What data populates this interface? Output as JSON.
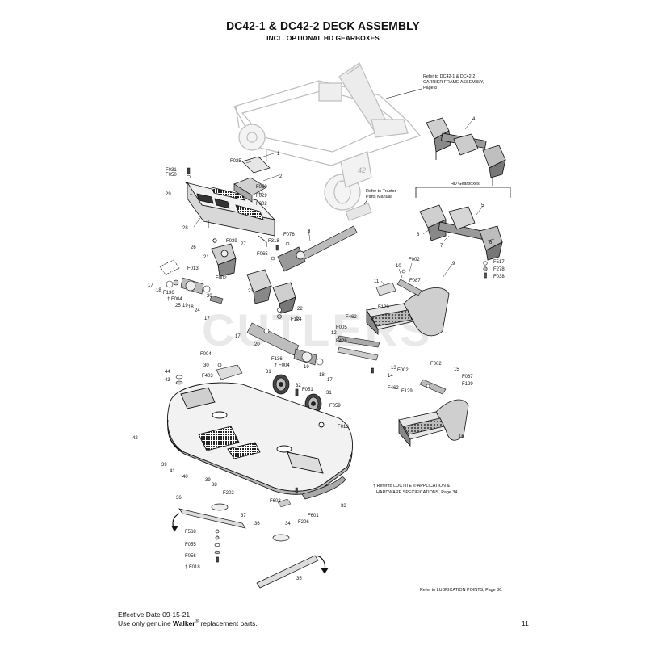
{
  "header": {
    "title": "DC42-1 & DC42-2 DECK ASSEMBLY",
    "subtitle": "INCL. OPTIONAL HD GEARBOXES"
  },
  "watermark": "CUTLERS",
  "notes": {
    "carrier_ref": [
      "Refer to DC42-1 & DC42-2",
      "CARRIER FRAME ASSEMBLY,",
      "Page 8"
    ],
    "tractor_ref": [
      "Refer to Tractor",
      "Parts Manual"
    ],
    "hd_gearboxes": "HD Gearboxes",
    "deck_badge": "42",
    "loctite_ref": [
      "† Refer to LOCTITE ® APPLICATION &",
      "HARDWARE SPECIFICATIONS, Page 34."
    ],
    "lubrication_ref": "Refer to LUBRICATION POINTS, Page 36."
  },
  "callouts": [
    {
      "id": "c-1",
      "text": "1"
    },
    {
      "id": "c-2",
      "text": "2"
    },
    {
      "id": "c-3",
      "text": "3"
    },
    {
      "id": "c-4",
      "text": "4"
    },
    {
      "id": "c-5",
      "text": "5"
    },
    {
      "id": "c-6",
      "text": "6"
    },
    {
      "id": "c-7",
      "text": "7"
    },
    {
      "id": "c-8",
      "text": "8"
    },
    {
      "id": "c-9",
      "text": "9"
    },
    {
      "id": "c-10",
      "text": "10"
    },
    {
      "id": "c-11",
      "text": "11"
    },
    {
      "id": "c-12",
      "text": "12"
    },
    {
      "id": "c-13",
      "text": "13"
    },
    {
      "id": "c-14",
      "text": "14"
    },
    {
      "id": "c-15",
      "text": "15"
    },
    {
      "id": "c-16",
      "text": "16"
    },
    {
      "id": "c-17a",
      "text": "17"
    },
    {
      "id": "c-17b",
      "text": "17"
    },
    {
      "id": "c-17c",
      "text": "17"
    },
    {
      "id": "c-17d",
      "text": "17"
    },
    {
      "id": "c-18a",
      "text": "18"
    },
    {
      "id": "c-18b",
      "text": "18"
    },
    {
      "id": "c-18c",
      "text": "18"
    },
    {
      "id": "c-19a",
      "text": "19"
    },
    {
      "id": "c-19b",
      "text": "19"
    },
    {
      "id": "c-20a",
      "text": "20"
    },
    {
      "id": "c-20b",
      "text": "20"
    },
    {
      "id": "c-21a",
      "text": "21"
    },
    {
      "id": "c-21b",
      "text": "21"
    },
    {
      "id": "c-22",
      "text": "22"
    },
    {
      "id": "c-23",
      "text": "23"
    },
    {
      "id": "c-24",
      "text": "24"
    },
    {
      "id": "c-25",
      "text": "25"
    },
    {
      "id": "c-26",
      "text": "26"
    },
    {
      "id": "c-27",
      "text": "27"
    },
    {
      "id": "c-28",
      "text": "28"
    },
    {
      "id": "c-29",
      "text": "29"
    },
    {
      "id": "c-30",
      "text": "30"
    },
    {
      "id": "c-31a",
      "text": "31"
    },
    {
      "id": "c-31b",
      "text": "31"
    },
    {
      "id": "c-32",
      "text": "32"
    },
    {
      "id": "c-33",
      "text": "33"
    },
    {
      "id": "c-34",
      "text": "34"
    },
    {
      "id": "c-35",
      "text": "35"
    },
    {
      "id": "c-36a",
      "text": "36"
    },
    {
      "id": "c-36b",
      "text": "36"
    },
    {
      "id": "c-37",
      "text": "37"
    },
    {
      "id": "c-38",
      "text": "38"
    },
    {
      "id": "c-39a",
      "text": "39"
    },
    {
      "id": "c-39b",
      "text": "39"
    },
    {
      "id": "c-40",
      "text": "40"
    },
    {
      "id": "c-41",
      "text": "41"
    },
    {
      "id": "c-42",
      "text": "42"
    },
    {
      "id": "c-43",
      "text": "43"
    },
    {
      "id": "c-44",
      "text": "44"
    },
    {
      "id": "c-F002a",
      "text": "F002"
    },
    {
      "id": "c-F002b",
      "text": "F002"
    },
    {
      "id": "c-F002c",
      "text": "F002"
    },
    {
      "id": "c-F002d",
      "text": "F002"
    },
    {
      "id": "c-F002e",
      "text": "F002"
    },
    {
      "id": "c-F004a",
      "text": "F004"
    },
    {
      "id": "c-F004b",
      "text": "† F004"
    },
    {
      "id": "c-F004c",
      "text": "† F004"
    },
    {
      "id": "c-F013a",
      "text": "F013"
    },
    {
      "id": "c-F013b",
      "text": "F013"
    },
    {
      "id": "c-F018",
      "text": "† F018"
    },
    {
      "id": "c-F025",
      "text": "F025"
    },
    {
      "id": "c-F029",
      "text": "F029"
    },
    {
      "id": "c-F031",
      "text": "F031"
    },
    {
      "id": "c-F038",
      "text": "F038"
    },
    {
      "id": "c-F039",
      "text": "F039"
    },
    {
      "id": "c-F050a",
      "text": "F050"
    },
    {
      "id": "c-F050b",
      "text": "F050"
    },
    {
      "id": "c-F051",
      "text": "F051"
    },
    {
      "id": "c-F055",
      "text": "F055"
    },
    {
      "id": "c-F056",
      "text": "F056"
    },
    {
      "id": "c-F059",
      "text": "F059"
    },
    {
      "id": "c-F065",
      "text": "F065"
    },
    {
      "id": "c-F076",
      "text": "F076"
    },
    {
      "id": "c-F087a",
      "text": "F087"
    },
    {
      "id": "c-F087b",
      "text": "F087"
    },
    {
      "id": "c-F124",
      "text": "F124"
    },
    {
      "id": "c-F129a",
      "text": "F129"
    },
    {
      "id": "c-F129b",
      "text": "F129"
    },
    {
      "id": "c-F129c",
      "text": "F129"
    },
    {
      "id": "c-F136a",
      "text": "F136"
    },
    {
      "id": "c-F136b",
      "text": "F136"
    },
    {
      "id": "c-F202",
      "text": "F202"
    },
    {
      "id": "c-F206",
      "text": "F206"
    },
    {
      "id": "c-F278",
      "text": "F278"
    },
    {
      "id": "c-F318",
      "text": "F318"
    },
    {
      "id": "c-F403",
      "text": "F403"
    },
    {
      "id": "c-F426",
      "text": "F426"
    },
    {
      "id": "c-F462a",
      "text": "F462"
    },
    {
      "id": "c-F462b",
      "text": "F462"
    },
    {
      "id": "c-F517",
      "text": "F517"
    },
    {
      "id": "c-F568",
      "text": "F568"
    },
    {
      "id": "c-F601",
      "text": "F601"
    },
    {
      "id": "c-F602",
      "text": "F602"
    },
    {
      "id": "c-F005",
      "text": "F005"
    }
  ],
  "footer": {
    "effective_date": "Effective Date 09-15-21",
    "genuine_prefix": "Use only genuine ",
    "brand": "Walker",
    "registered": "®",
    "genuine_suffix": " replacement parts.",
    "page_number": "11"
  }
}
